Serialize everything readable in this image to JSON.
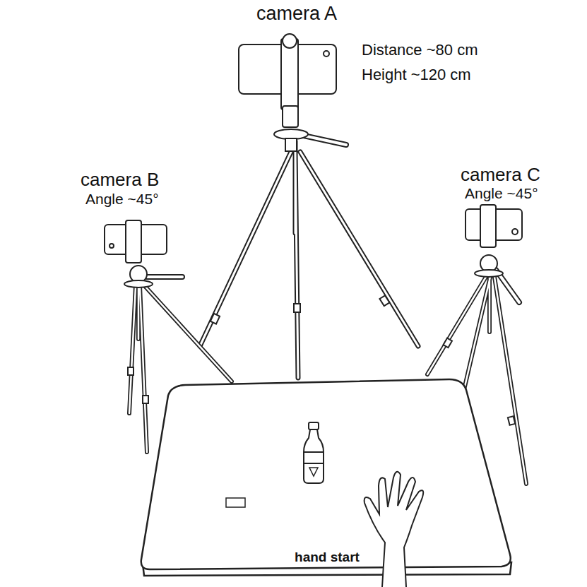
{
  "diagram": {
    "labels": [
      "camera A",
      "Distance ~80 cm",
      "Height ~120 cm",
      "camera B",
      "Angle ~45°",
      "camera C",
      "Angle ~45°",
      "hand start"
    ]
  }
}
